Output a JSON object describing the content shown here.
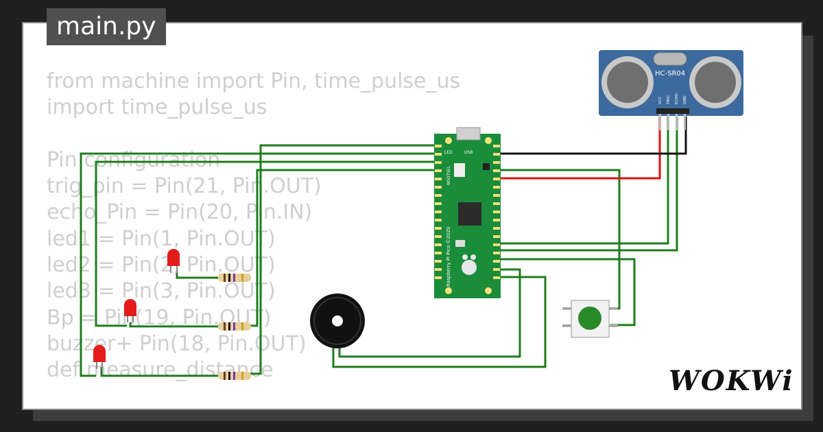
{
  "file_tab": {
    "label": "main.py"
  },
  "code": {
    "lines": [
      "from machine import Pin, time_pulse_us",
      "import time_pulse_us",
      "",
      "Pin configuration",
      "trig_pin = Pin(21, Pin.OUT)",
      "echo_Pin = Pin(20, Pin.IN)",
      "led1 = Pin(1, Pin.OUT)",
      "led2 = Pin(2, Pin.OUT)",
      "led3 = Pin(3, Pin.OUT)",
      "Bp = Pin(19, Pin.OUT)",
      "buzzer+ Pin(18, Pin.OUT)",
      "def measure_distance"
    ]
  },
  "components": {
    "sensor": {
      "model": "HC-SR04",
      "pins": [
        "VCC",
        "TRIG",
        "ECHO",
        "GND"
      ]
    },
    "board": {
      "label_led": "LED",
      "label_usb": "USB",
      "label_bootsel": "BOOTSEL",
      "silkscreen": "Raspberry Pi Pico ©2020"
    }
  },
  "logo": {
    "text": "WOKWi"
  },
  "colors": {
    "wire_green": "#1d7d1d",
    "wire_red": "#e01010",
    "wire_black": "#111111",
    "board_green": "#1a8c3a",
    "sensor_blue": "#3d6a9e",
    "code_gray": "#cfcfcf",
    "button_green": "#2a8a2a"
  }
}
